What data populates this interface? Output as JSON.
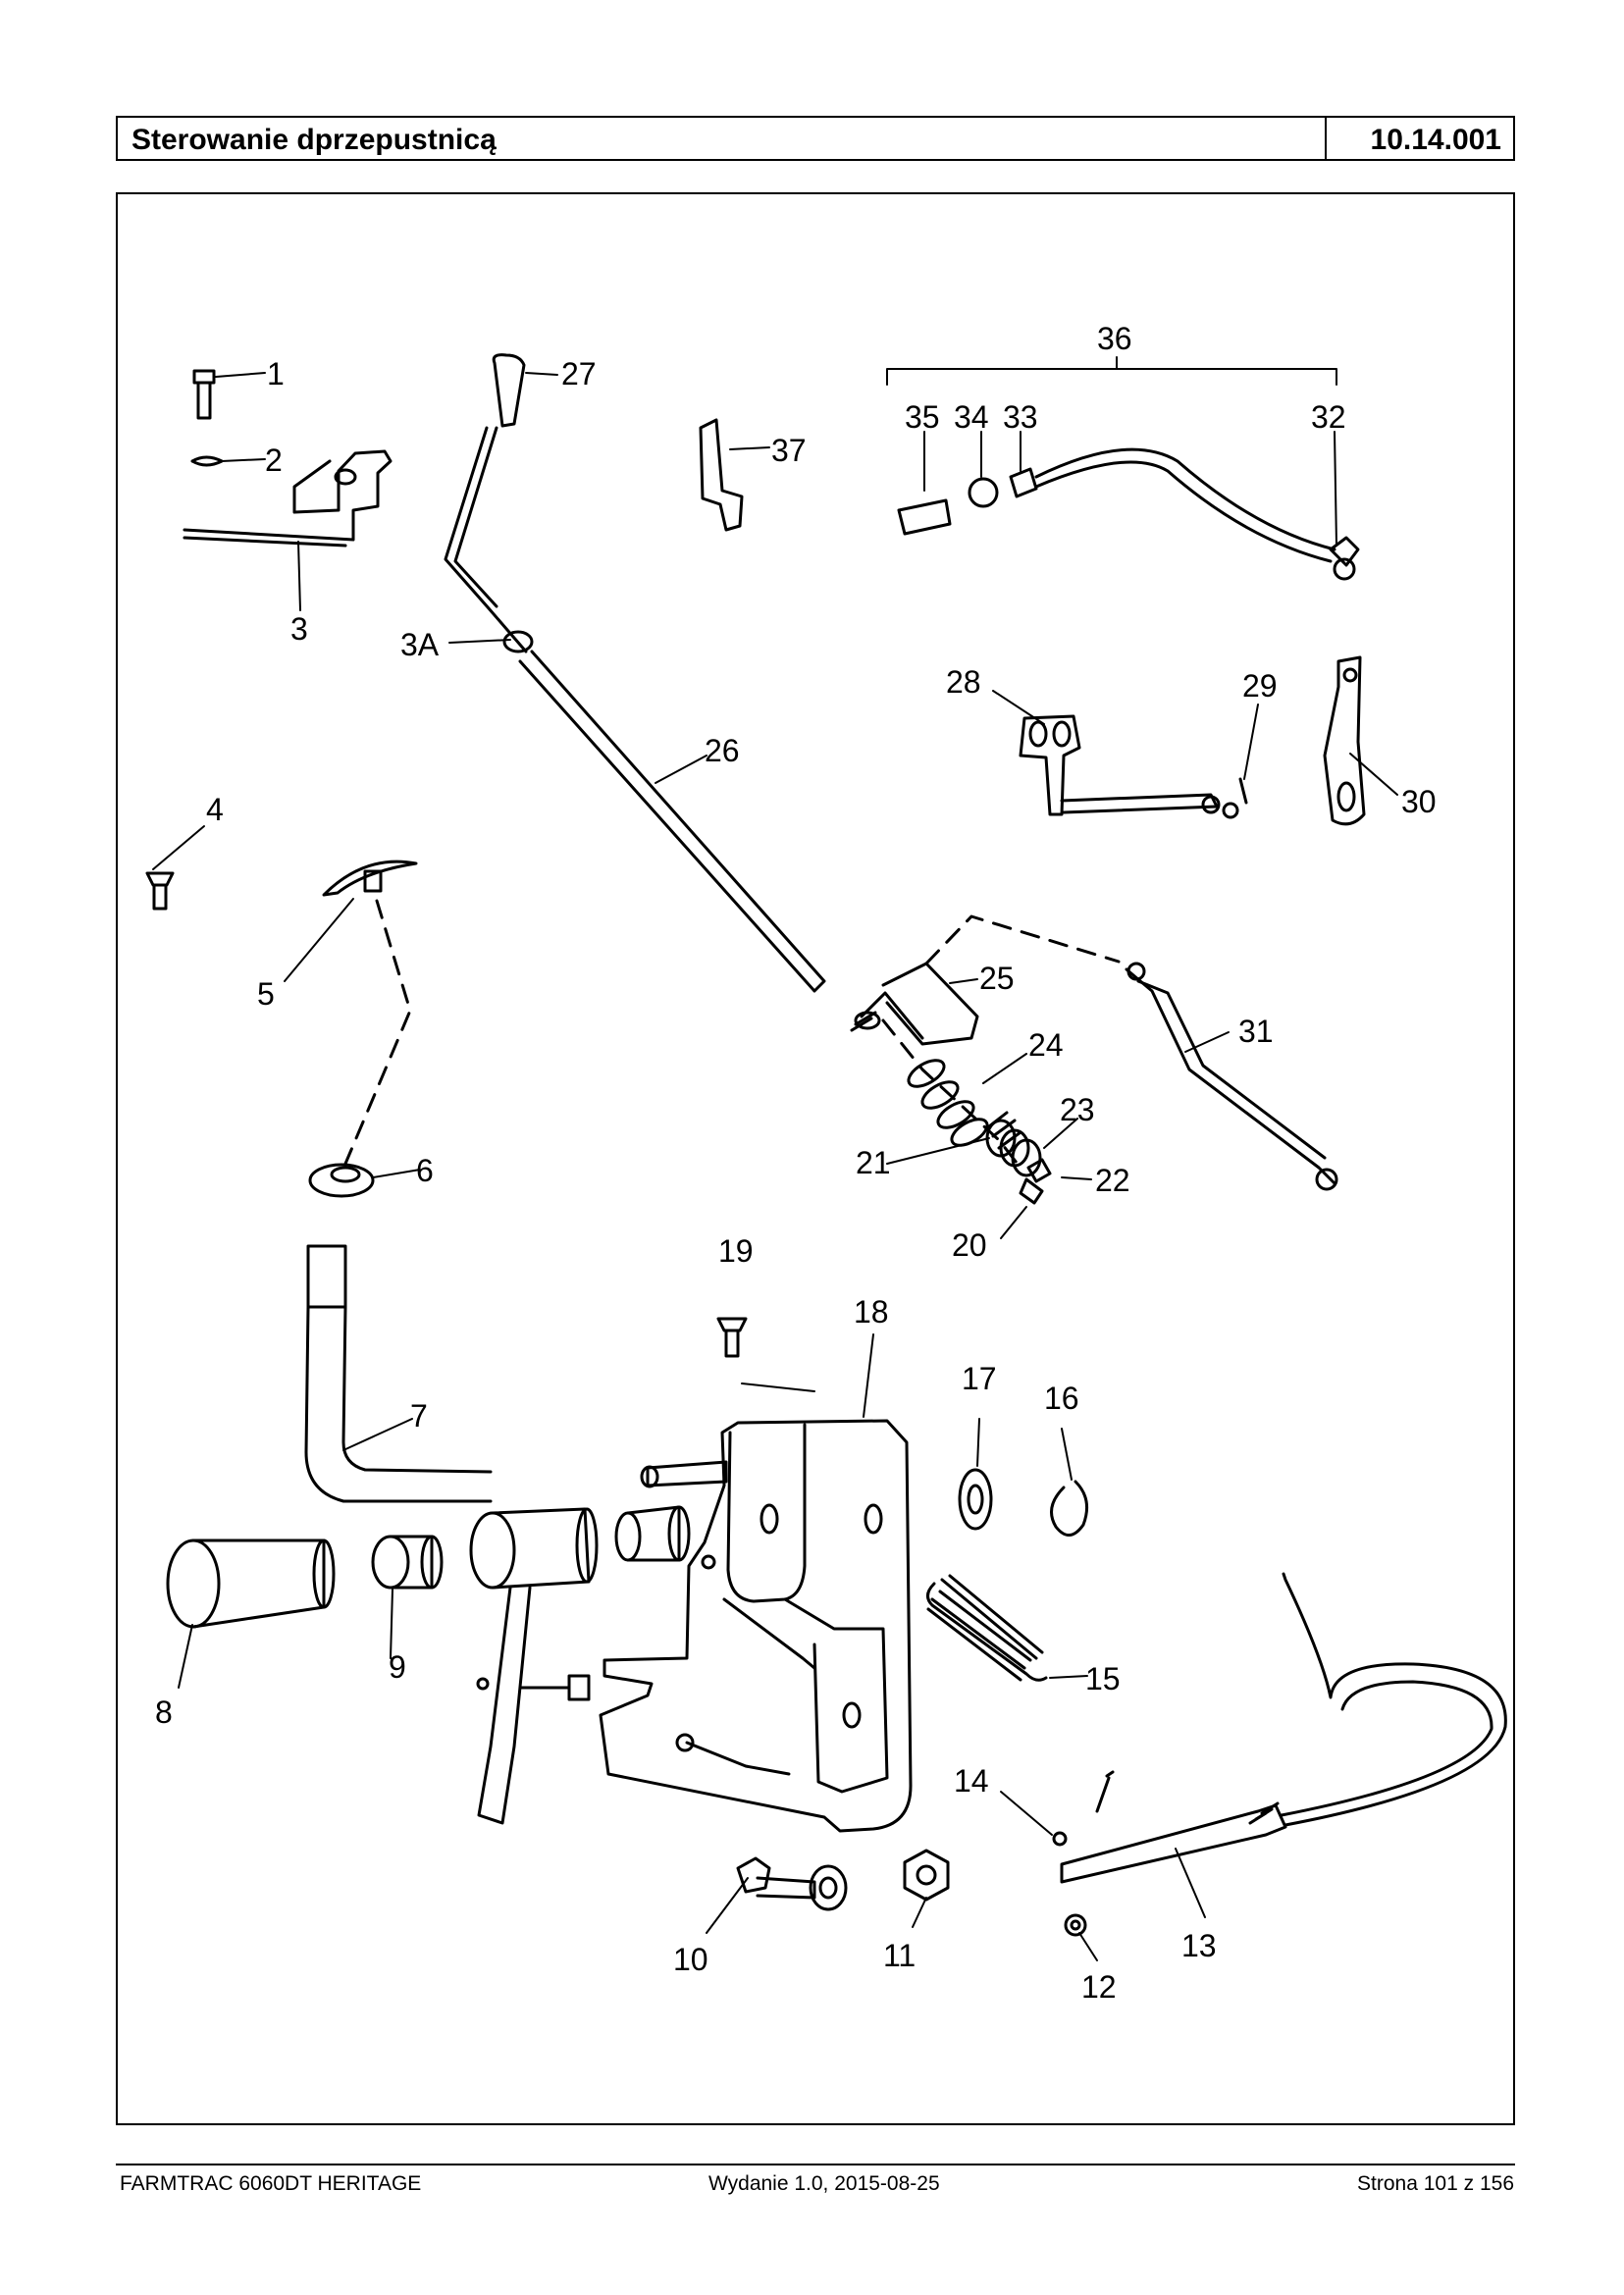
{
  "header": {
    "title": "Sterowanie dprzepustnicą",
    "code": "10.14.001"
  },
  "callouts": [
    {
      "id": "c1",
      "label": "1"
    },
    {
      "id": "c2",
      "label": "2"
    },
    {
      "id": "c3",
      "label": "3"
    },
    {
      "id": "c3a",
      "label": "3A"
    },
    {
      "id": "c4",
      "label": "4"
    },
    {
      "id": "c5",
      "label": "5"
    },
    {
      "id": "c6",
      "label": "6"
    },
    {
      "id": "c7",
      "label": "7"
    },
    {
      "id": "c8",
      "label": "8"
    },
    {
      "id": "c9",
      "label": "9"
    },
    {
      "id": "c10",
      "label": "10"
    },
    {
      "id": "c11",
      "label": "11"
    },
    {
      "id": "c12",
      "label": "12"
    },
    {
      "id": "c13",
      "label": "13"
    },
    {
      "id": "c14",
      "label": "14"
    },
    {
      "id": "c15",
      "label": "15"
    },
    {
      "id": "c16",
      "label": "16"
    },
    {
      "id": "c17",
      "label": "17"
    },
    {
      "id": "c18",
      "label": "18"
    },
    {
      "id": "c19",
      "label": "19"
    },
    {
      "id": "c20",
      "label": "20"
    },
    {
      "id": "c21",
      "label": "21"
    },
    {
      "id": "c22",
      "label": "22"
    },
    {
      "id": "c23",
      "label": "23"
    },
    {
      "id": "c24",
      "label": "24"
    },
    {
      "id": "c25",
      "label": "25"
    },
    {
      "id": "c26",
      "label": "26"
    },
    {
      "id": "c27",
      "label": "27"
    },
    {
      "id": "c28",
      "label": "28"
    },
    {
      "id": "c29",
      "label": "29"
    },
    {
      "id": "c30",
      "label": "30"
    },
    {
      "id": "c31",
      "label": "31"
    },
    {
      "id": "c32",
      "label": "32"
    },
    {
      "id": "c33",
      "label": "33"
    },
    {
      "id": "c34",
      "label": "34"
    },
    {
      "id": "c35",
      "label": "35"
    },
    {
      "id": "c36",
      "label": "36"
    },
    {
      "id": "c37",
      "label": "37"
    }
  ],
  "footer": {
    "left": "FARMTRAC 6060DT HERITAGE",
    "center": "Wydanie 1.0,  2015-08-25",
    "right": "Strona 101 z 156"
  }
}
